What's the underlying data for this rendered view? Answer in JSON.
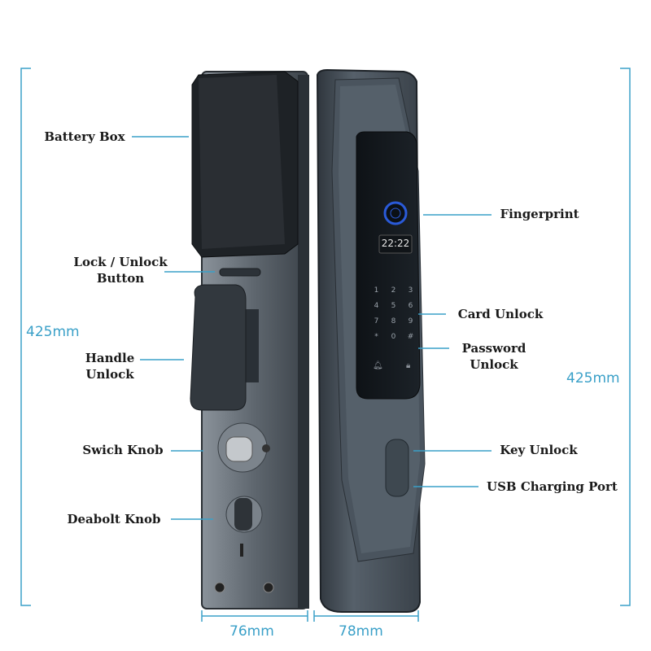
{
  "labels": {
    "battery_box": "Battery Box",
    "lock_unlock_button": "Lock / Unlock\nButton",
    "handle_unlock": "Handle\nUnlock",
    "switch_knob": "Swich Knob",
    "deadbolt_knob": "Deabolt Knob",
    "fingerprint": "Fingerprint",
    "card_unlock": "Card Unlock",
    "password_unlock": "Password\nUnlock",
    "key_unlock": "Key Unlock",
    "usb_port": "USB Charging Port"
  },
  "dimensions": {
    "height_left": "425mm",
    "height_right": "425mm",
    "width_inner": "76mm",
    "width_outer": "78mm"
  },
  "screen": {
    "time": "22:22"
  },
  "keypad": [
    "1",
    "2",
    "3",
    "4",
    "5",
    "6",
    "7",
    "8",
    "9",
    "*",
    "0",
    "#"
  ],
  "colors": {
    "accent": "#3aa0c8",
    "body": "#4a5560",
    "fingerprint": "#2a5ad8"
  }
}
